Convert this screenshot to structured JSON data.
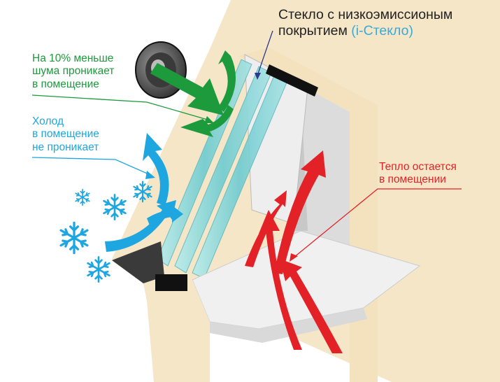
{
  "labels": {
    "glass_line1": "Стекло с низкоэмиссионым",
    "glass_line2_main": "покрытием ",
    "glass_line2_accent": "(i-Стекло)",
    "noise": [
      "На 10% меньше",
      "шума проникает",
      "в помещение"
    ],
    "cold": [
      "Холод",
      "в помещение",
      "не проникает"
    ],
    "heat": [
      "Тепло остается",
      "в помещении"
    ]
  },
  "colors": {
    "noise_green": "#1c9a3c",
    "cold_blue": "#1ea6e0",
    "heat_red": "#e32227",
    "glass_teal": "#7fd3d6",
    "wall": "#f6e6c8",
    "accent_blue": "#3aa9d8"
  },
  "icons": [
    "speaker-icon",
    "snowflake-icon"
  ]
}
